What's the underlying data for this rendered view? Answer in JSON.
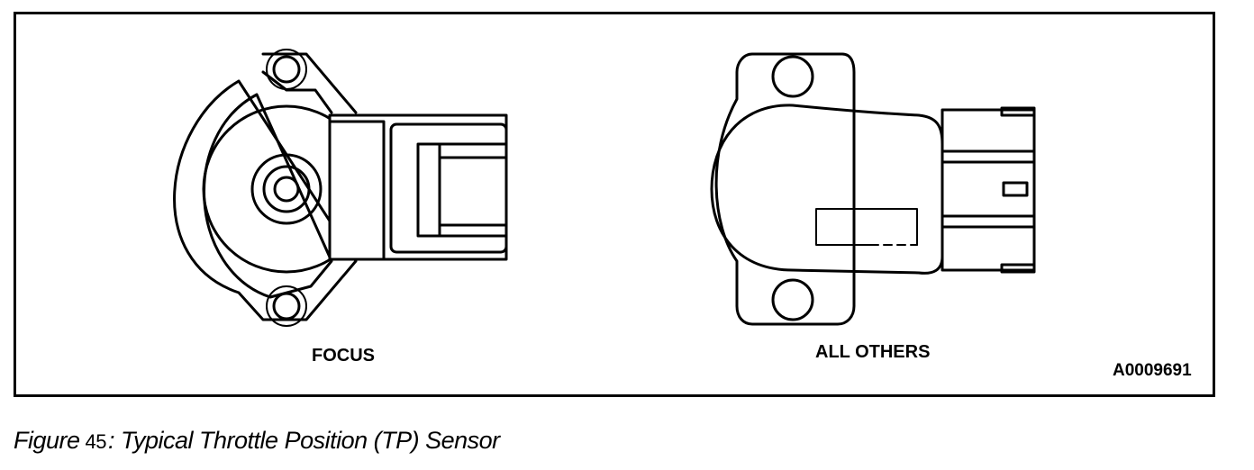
{
  "figure": {
    "label_focus": "FOCUS",
    "label_all_others": "ALL OTHERS",
    "code": "A0009691"
  },
  "caption": {
    "prefix": "Figure",
    "number": "45",
    "text": ": Typical Throttle Position (TP) Sensor"
  }
}
